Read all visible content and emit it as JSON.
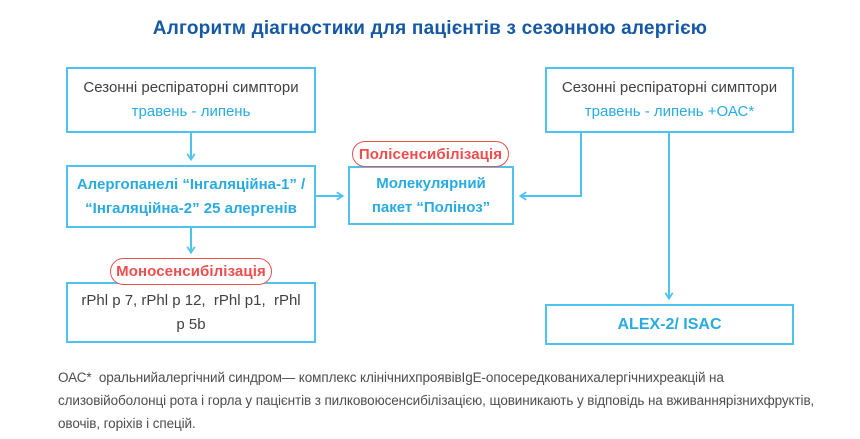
{
  "title": "Алгоритм діагностики для пацієнтів з сезонною алергією",
  "colors": {
    "title_blue": "#1558A5",
    "accent_cyan": "#29ABE2",
    "line_cyan": "#4EC3F0",
    "badge_red": "#EE4D4D",
    "text_dark": "#414042",
    "footnote_gray": "#4D4D4F"
  },
  "flowchart": {
    "left_top_box": {
      "line1": "Сезонні респіраторні симптори",
      "line2": "травень - липень"
    },
    "panels_box": {
      "line1": "Алергопанелі “Інгаляційна-1” /",
      "line2": "“Інгаляційна-2” 25 алергенів"
    },
    "mono_badge": {
      "label": "Моносенсибілізація"
    },
    "rphl_box": {
      "line1": "rPhl p 7, rPhl p 12,  rPhl p1,  rPhl",
      "line2": "p 5b"
    },
    "poly_badge": {
      "label": "Полісенсибілізація"
    },
    "polinoz_box": {
      "line1": "Молекулярний",
      "line2": "пакет “Поліноз”"
    },
    "right_top_box": {
      "line1": "Сезонні респіраторні симптори",
      "line2": "травень - липень +ОАС*"
    },
    "alex_box": {
      "label": "ALEX-2/ ISAC"
    }
  },
  "footnote": {
    "line1": "ОАС*  оральнийалергічний синдром— комплекс клінічнихпроявівIgE-опосередкованихалергічнихреакцій на",
    "line2": "слизовійоболонці рота і горла у пацієнтів з пилковоюсенсибілізацією, щовиникають у відповідь на вживаннярізнихфруктів,",
    "line3": "овочів, горіхів і спецій."
  }
}
